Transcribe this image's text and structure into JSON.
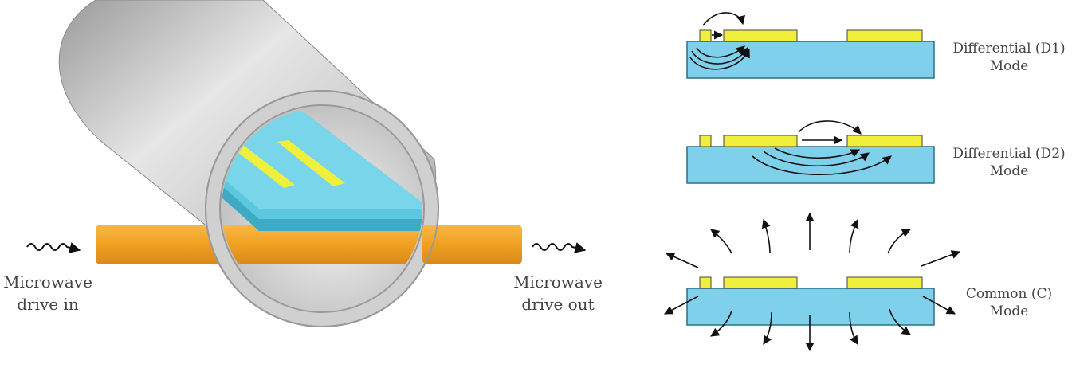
{
  "left_panel": {
    "input_label": {
      "line1": "Microwave",
      "line2": "drive in"
    },
    "output_label": {
      "line1": "Microwave",
      "line2": "drive out"
    }
  },
  "modes": [
    {
      "id": "d1",
      "line1": "Differential (D1)",
      "line2": "Mode"
    },
    {
      "id": "d2",
      "line1": "Differential (D2)",
      "line2": "Mode"
    },
    {
      "id": "c",
      "line1": "Common (C)",
      "line2": "Mode"
    }
  ],
  "colors": {
    "substrate": "#7fd0ea",
    "electrode": "#f0f03c",
    "microwave_line": "#f3a829",
    "cavity": "#c9c9c9",
    "arrows": "#111111"
  }
}
